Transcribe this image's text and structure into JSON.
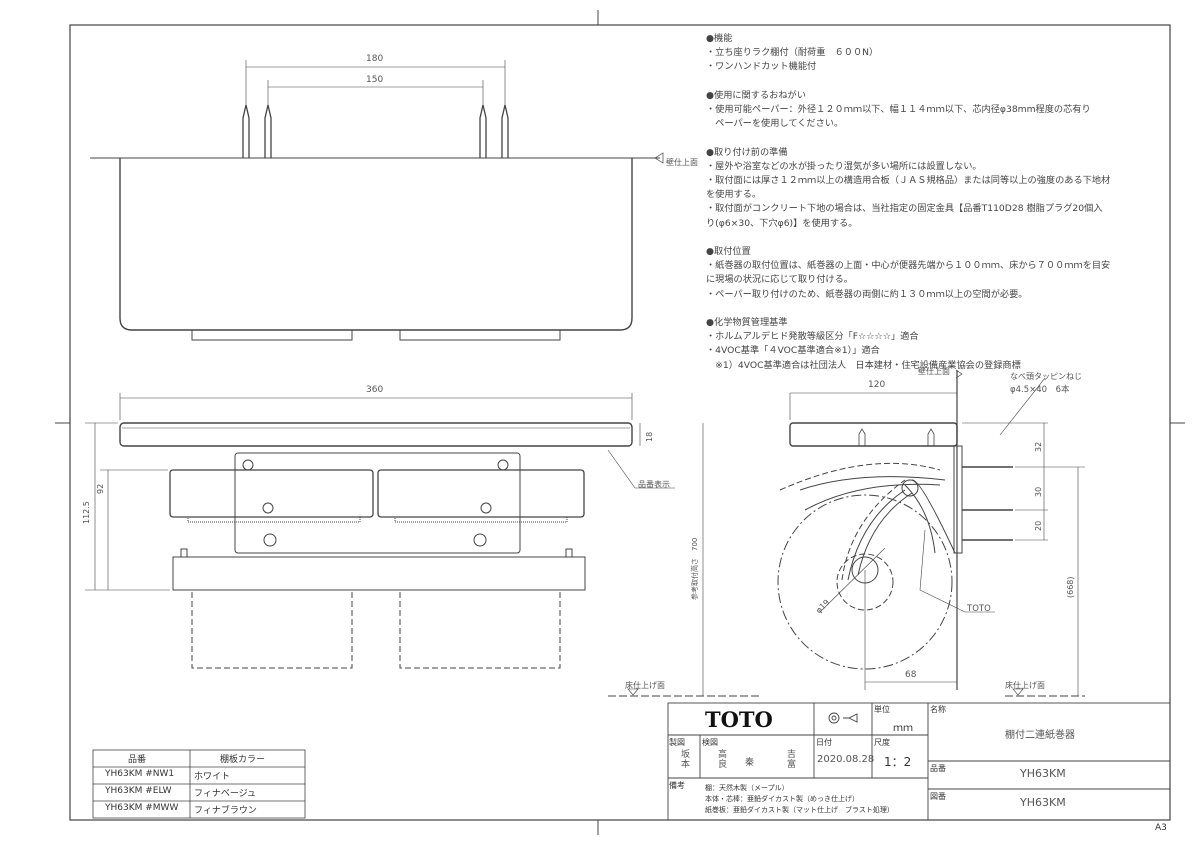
{
  "notes": [
    {
      "heading": "●機能",
      "lines": [
        "・立ち座りラク棚付（耐荷重　６００N）",
        "・ワンハンドカット機能付"
      ]
    },
    {
      "heading": "●使用に関するおねがい",
      "lines": [
        "・使用可能ペーパー：外径１２０ｍｍ以下、幅１１４ｍｍ以下、芯内径φ38mm程度の芯有り",
        "　ペーパーを使用してください。"
      ]
    },
    {
      "heading": "●取り付け前の準備",
      "lines": [
        "・屋外や浴室などの水が掛ったり湿気が多い場所には設置しない。",
        "・取付面には厚さ１２ｍｍ以上の構造用合板（ＪＡＳ規格品）または同等以上の強度のある下地材",
        "を使用する。",
        "・取付面がコンクリート下地の場合は、当社指定の固定金具【品番T110D28 樹脂プラグ20個入",
        "り(φ6×30、下穴φ6)】を使用する。"
      ]
    },
    {
      "heading": "●取付位置",
      "lines": [
        "・紙巻器の取付位置は、紙巻器の上面・中心が便器先端から１００ｍｍ、床から７００ｍｍを目安",
        "に現場の状況に応じて取り付ける。",
        "・ペーパー取り付けのため、紙巻器の両側に約１３０ｍｍ以上の空間が必要。"
      ]
    },
    {
      "heading": "●化学物質管理基準",
      "lines": [
        "・ホルムアルデヒド発散等級区分「F☆☆☆☆」適合",
        "・4VOC基準「４VOC基準適合※1）」適合",
        "　※1）4VOC基準適合は社団法人　日本建材・住宅設備産業協会の登録商標"
      ]
    }
  ],
  "top_view": {
    "dim_outer": "180",
    "dim_inner": "150",
    "wall_label": "壁仕上面"
  },
  "front_view": {
    "dim_width": "360",
    "dim_shelf": "18",
    "dim_height": "92",
    "dim_total": "112.5",
    "part_label": "品番表示",
    "ref_height": "参考取付高さ　700",
    "floor_label": "床仕上げ面"
  },
  "side_view": {
    "wall_label": "壁仕上面",
    "screw_label": "なべ頭タッピンねじ",
    "screw_spec": "φ4.5×40　6本",
    "dim_depth": "120",
    "dim_32": "32",
    "dim_30": "30",
    "dim_20": "20",
    "dim_668": "(668)",
    "dim_68": "68",
    "dim_dia": "φ19",
    "brand_mark": "TOTO",
    "floor_label": "床仕上げ面"
  },
  "color_table": {
    "headers": [
      "品番",
      "棚板カラー"
    ],
    "rows": [
      [
        "YH63KM #NW1",
        "ホワイト"
      ],
      [
        "YH63KM #ELW",
        "フィナベージュ"
      ],
      [
        "YH63KM #MWW",
        "フィナブラウン"
      ]
    ]
  },
  "title_block": {
    "logo": "TOTO",
    "unit_label": "単位",
    "unit": "ｍｍ",
    "name_label": "名称",
    "name": "棚付二連紙巻器",
    "drawn_label": "製図",
    "drawn": "坂本",
    "checked_label": "検図",
    "checked": [
      "高良",
      "秦",
      "吉富"
    ],
    "date_label": "日付",
    "date": "2020.08.28",
    "scale_label": "尺度",
    "scale": "1：2",
    "part_no_label": "品番",
    "part_no": "YH63KM",
    "drawing_no_label": "図番",
    "drawing_no": "YH63KM",
    "remarks_label": "備考",
    "remarks": [
      "棚：天然木製（メープル）",
      "本体・芯棒：亜鉛ダイカスト製（めっき仕上げ）",
      "紙巻板：亜鉛ダイカスト製（マット仕上げ　ブラスト処理）"
    ]
  },
  "sheet_size": "A3"
}
